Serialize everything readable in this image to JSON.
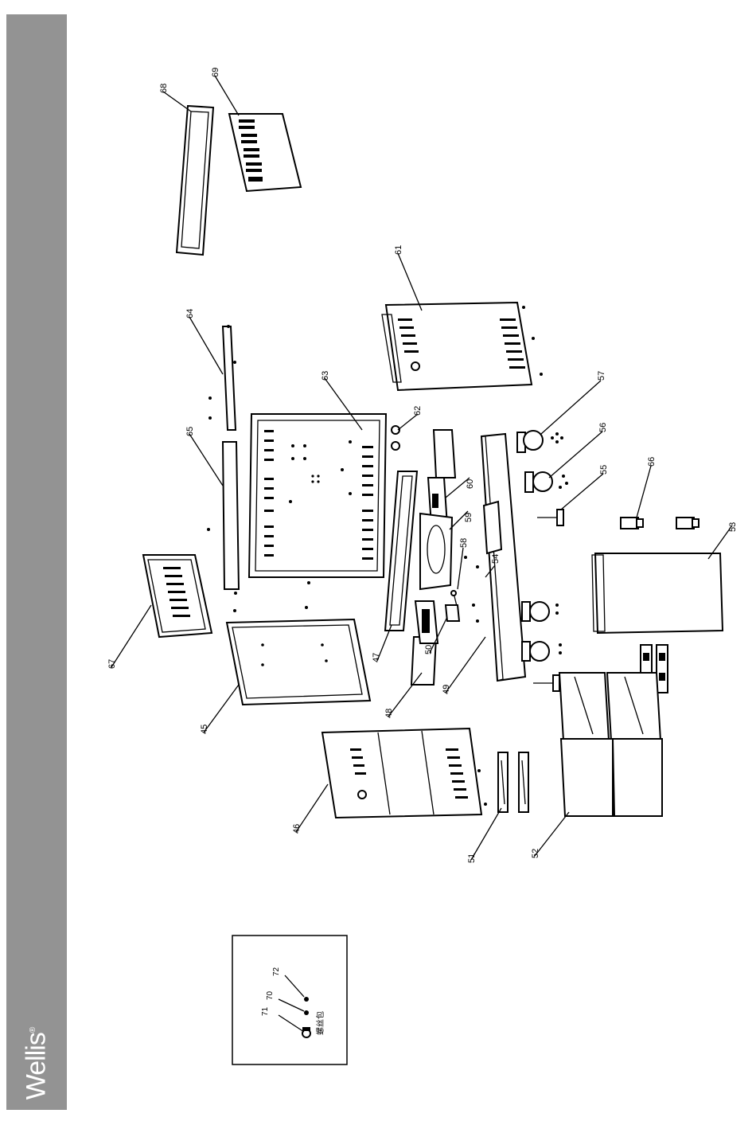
{
  "brand": {
    "name": "Wellis",
    "mark": "®"
  },
  "callouts": {
    "c45": "45",
    "c46": "46",
    "c47": "47",
    "c48": "48",
    "c49": "49",
    "c50": "50",
    "c51": "51",
    "c52": "52",
    "c53": "53",
    "c54": "54",
    "c55": "55",
    "c56": "56",
    "c57": "57",
    "c58": "58",
    "c59": "59",
    "c60": "60",
    "c61": "61",
    "c62": "62",
    "c63": "63",
    "c64": "64",
    "c65": "65",
    "c66": "66",
    "c67": "67",
    "c68": "68",
    "c69": "69",
    "c70": "70",
    "c71": "71",
    "c72": "72"
  },
  "inset": {
    "caption": "螺丝包"
  }
}
